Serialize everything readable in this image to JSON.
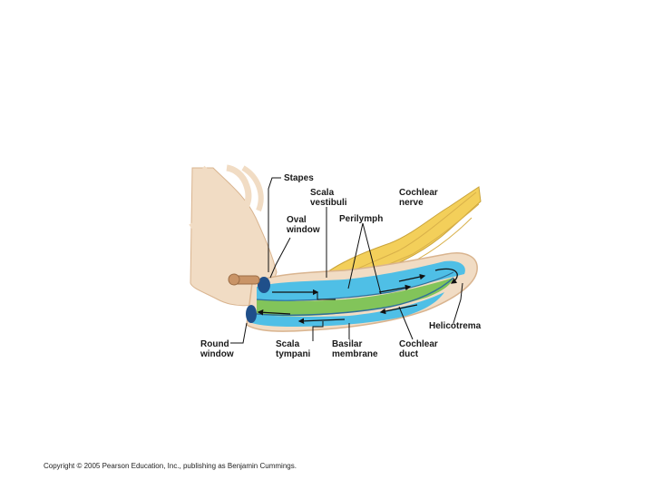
{
  "labels": {
    "stapes": "Stapes",
    "scala_vestibuli": [
      "Scala",
      "vestibuli"
    ],
    "cochlear_nerve": [
      "Cochlear",
      "nerve"
    ],
    "oval_window": [
      "Oval",
      "window"
    ],
    "perilymph": "Perilymph",
    "helicotrema": "Helicotrema",
    "round_window": [
      "Round",
      "window"
    ],
    "scala_tympani": [
      "Scala",
      "tympani"
    ],
    "basilar_membrane": [
      "Basilar",
      "membrane"
    ],
    "cochlear_duct": [
      "Cochlear",
      "duct"
    ]
  },
  "copyright": "Copyright © 2005 Pearson Education, Inc., publishing as Benjamin Cummings.",
  "colors": {
    "bone": "#f1dcc4",
    "bone_edge": "#d9b48f",
    "nerve": "#f3cf5a",
    "scala_vestibuli": "#4fbfe6",
    "scala_tympani": "#4fbfe6",
    "cochlear_duct": "#82c45a",
    "membrane_edge": "#2f6f9a",
    "window": "#1f4f8a",
    "stapes": "#c99467"
  }
}
